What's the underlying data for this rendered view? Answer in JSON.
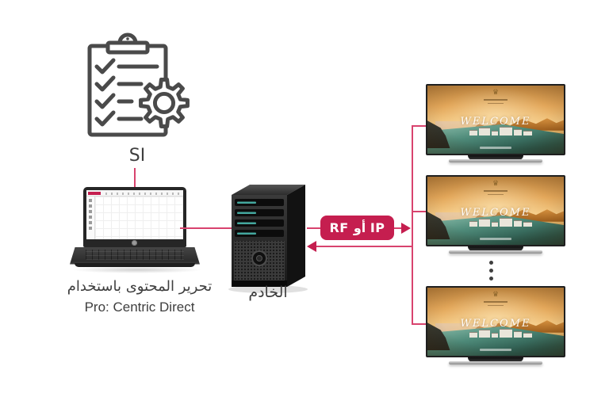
{
  "si": {
    "label": "SI"
  },
  "editor": {
    "caption_line1": "تحرير المحتوى باستخدام",
    "caption_line2": "Pro: Centric Direct"
  },
  "server": {
    "label": "الخادم"
  },
  "link": {
    "badge_label": "RF أو IP"
  },
  "displays": [
    {
      "welcome": "WELCOME"
    },
    {
      "welcome": "WELCOME"
    },
    {
      "welcome": "WELCOME"
    }
  ],
  "colors": {
    "connector": "#d8436e",
    "badge": "#c51e4f",
    "icon_outline": "#4a4a4a",
    "label_text": "#3e3e3e"
  }
}
